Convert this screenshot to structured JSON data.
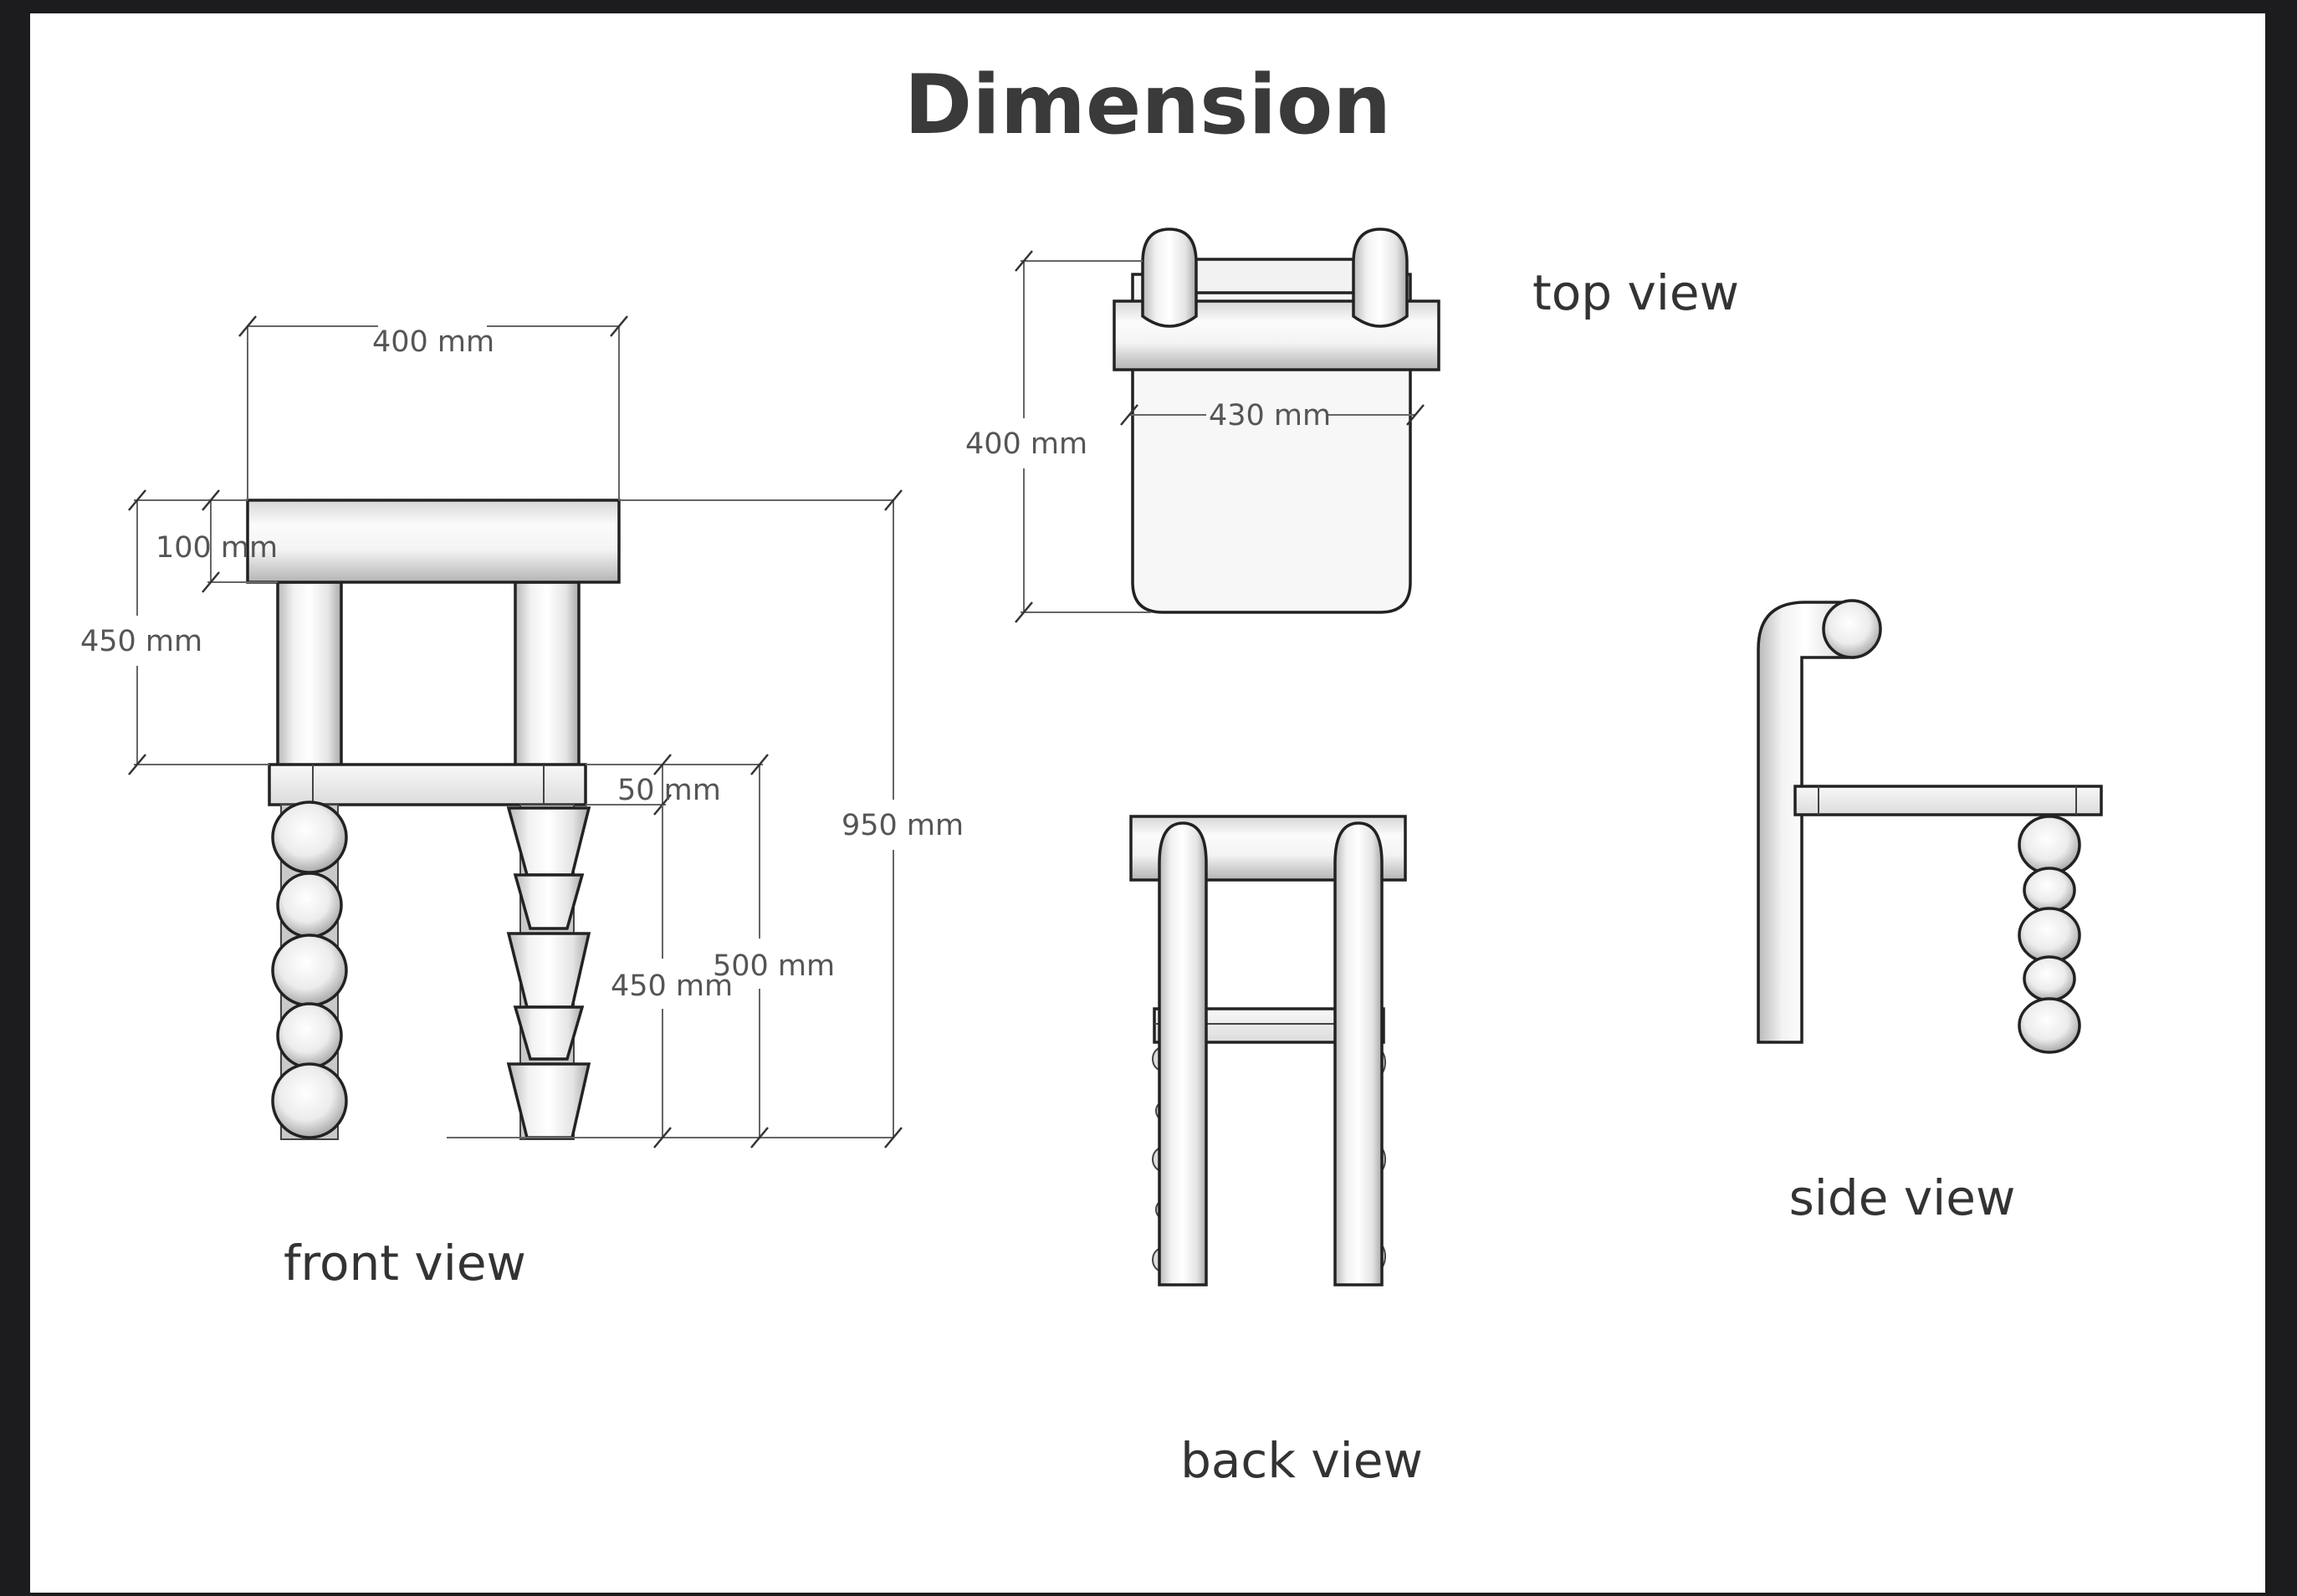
{
  "title": "Dimension",
  "views": {
    "front": "front view",
    "top": "top view",
    "back": "back view",
    "side": "side view"
  },
  "dimensions": {
    "front_width": "400 mm",
    "front_backrest": "100 mm",
    "front_seat_height": "450 mm",
    "front_total_height": "950 mm",
    "front_seat_thickness": "50 mm",
    "front_leg_height": "450 mm",
    "front_leg_total": "500 mm",
    "top_depth": "400 mm",
    "top_width": "430 mm"
  }
}
